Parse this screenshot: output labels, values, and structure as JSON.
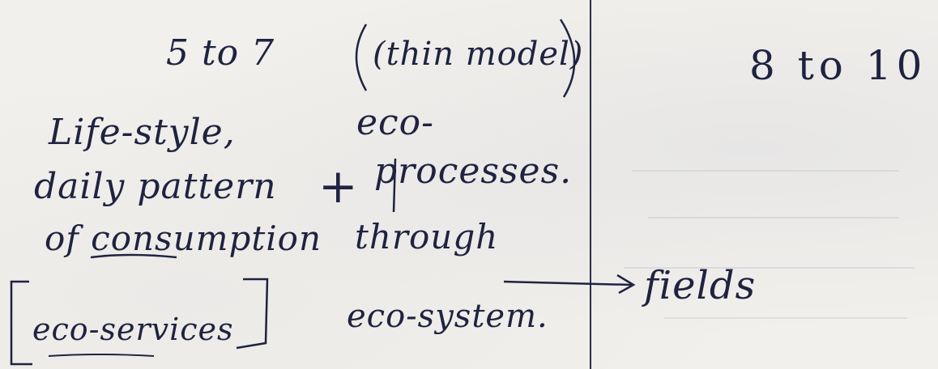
{
  "note": {
    "left": {
      "range_heading": "5 to 7",
      "model_label": "(thin model)",
      "line1_left": "Life-style,",
      "line1_right": "eco-",
      "line2_left": "daily pattern",
      "plus": "+",
      "line2_right": "processes.",
      "line3_left": "of consumption",
      "line3_right": "through",
      "boxed_term": "eco-services",
      "line4_right": "eco-system."
    },
    "right": {
      "range_heading": "8 to 10",
      "arrow_target": "fields"
    }
  },
  "colors": {
    "ink": "#1f2340",
    "paper": "#f2f0ec"
  }
}
